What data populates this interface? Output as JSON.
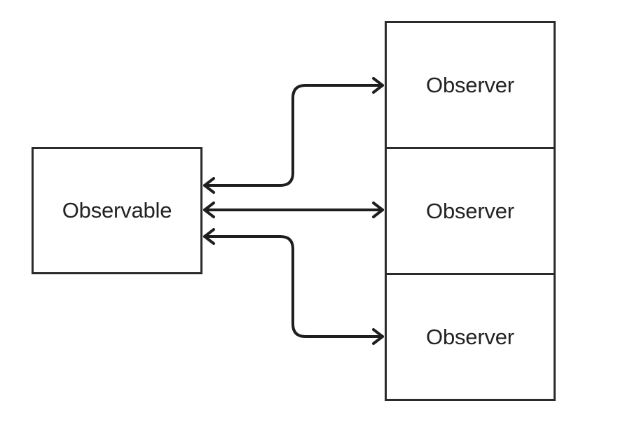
{
  "observable": {
    "label": "Observable"
  },
  "observers": [
    {
      "label": "Observer"
    },
    {
      "label": "Observer"
    },
    {
      "label": "Observer"
    }
  ],
  "colors": {
    "stroke": "#2b2b2b",
    "background": "#ffffff",
    "text": "#222222"
  }
}
